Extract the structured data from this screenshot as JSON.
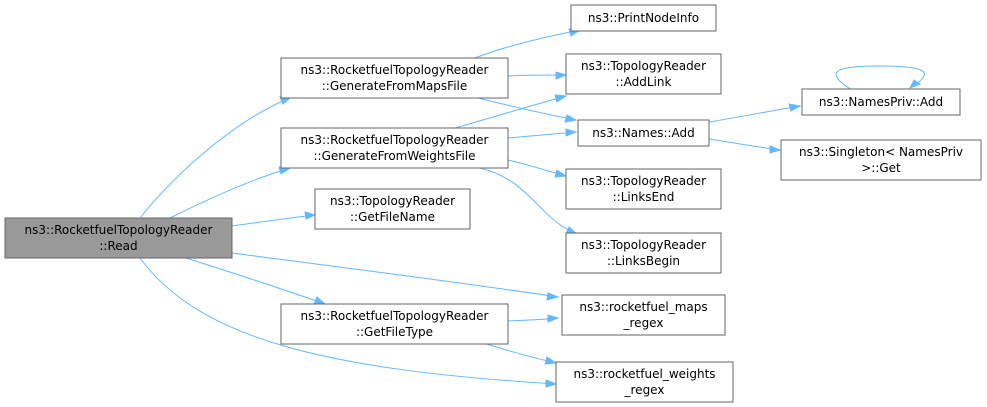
{
  "graph": {
    "nodes": {
      "read": [
        "ns3::RocketfuelTopologyReader",
        "::Read"
      ],
      "gen_maps": [
        "ns3::RocketfuelTopologyReader",
        "::GenerateFromMapsFile"
      ],
      "gen_weights": [
        "ns3::RocketfuelTopologyReader",
        "::GenerateFromWeightsFile"
      ],
      "get_file_name": [
        "ns3::TopologyReader",
        "::GetFileName"
      ],
      "get_file_type": [
        "ns3::RocketfuelTopologyReader",
        "::GetFileType"
      ],
      "print_node_info": [
        "ns3::PrintNodeInfo"
      ],
      "add_link": [
        "ns3::TopologyReader",
        "::AddLink"
      ],
      "names_add": [
        "ns3::Names::Add"
      ],
      "links_end": [
        "ns3::TopologyReader",
        "::LinksEnd"
      ],
      "links_begin": [
        "ns3::TopologyReader",
        "::LinksBegin"
      ],
      "maps_regex": [
        "ns3::rocketfuel_maps",
        "_regex"
      ],
      "weights_regex": [
        "ns3::rocketfuel_weights",
        "_regex"
      ],
      "namespriv_add": [
        "ns3::NamesPriv::Add"
      ],
      "singleton_get": [
        "ns3::Singleton< NamesPriv",
        ">::Get"
      ]
    },
    "edges": [
      [
        "read",
        "gen_maps"
      ],
      [
        "read",
        "gen_weights"
      ],
      [
        "read",
        "get_file_name"
      ],
      [
        "read",
        "get_file_type"
      ],
      [
        "read",
        "maps_regex"
      ],
      [
        "read",
        "weights_regex"
      ],
      [
        "gen_maps",
        "print_node_info"
      ],
      [
        "gen_maps",
        "add_link"
      ],
      [
        "gen_maps",
        "names_add"
      ],
      [
        "gen_weights",
        "add_link"
      ],
      [
        "gen_weights",
        "names_add"
      ],
      [
        "gen_weights",
        "links_end"
      ],
      [
        "gen_weights",
        "links_begin"
      ],
      [
        "get_file_type",
        "maps_regex"
      ],
      [
        "get_file_type",
        "weights_regex"
      ],
      [
        "names_add",
        "namespriv_add"
      ],
      [
        "names_add",
        "singleton_get"
      ],
      [
        "namespriv_add",
        "namespriv_add"
      ]
    ]
  }
}
